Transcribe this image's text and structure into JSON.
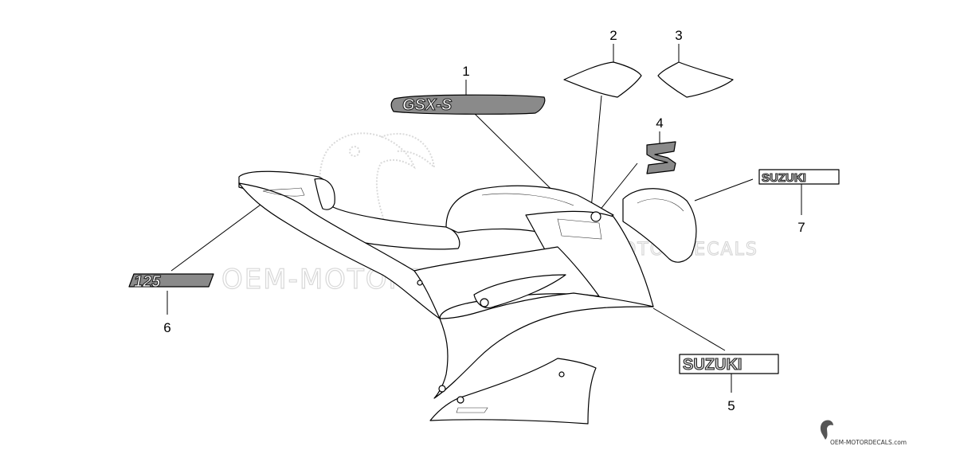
{
  "parts": [
    {
      "number": "1",
      "decal": "GSX-S"
    },
    {
      "number": "2"
    },
    {
      "number": "3"
    },
    {
      "number": "4"
    },
    {
      "number": "5",
      "decal": "SUZUKI"
    },
    {
      "number": "6",
      "decal": "125"
    },
    {
      "number": "7",
      "decal": "SUZUKI"
    }
  ],
  "watermark": {
    "text": "OEM-MOTORDECALS.com"
  },
  "footer": {
    "text": "OEM-MOTORDECALS.com"
  },
  "colors": {
    "line": "#000000",
    "watermark": "#d8d8d8",
    "decal_fill": "#888888"
  }
}
